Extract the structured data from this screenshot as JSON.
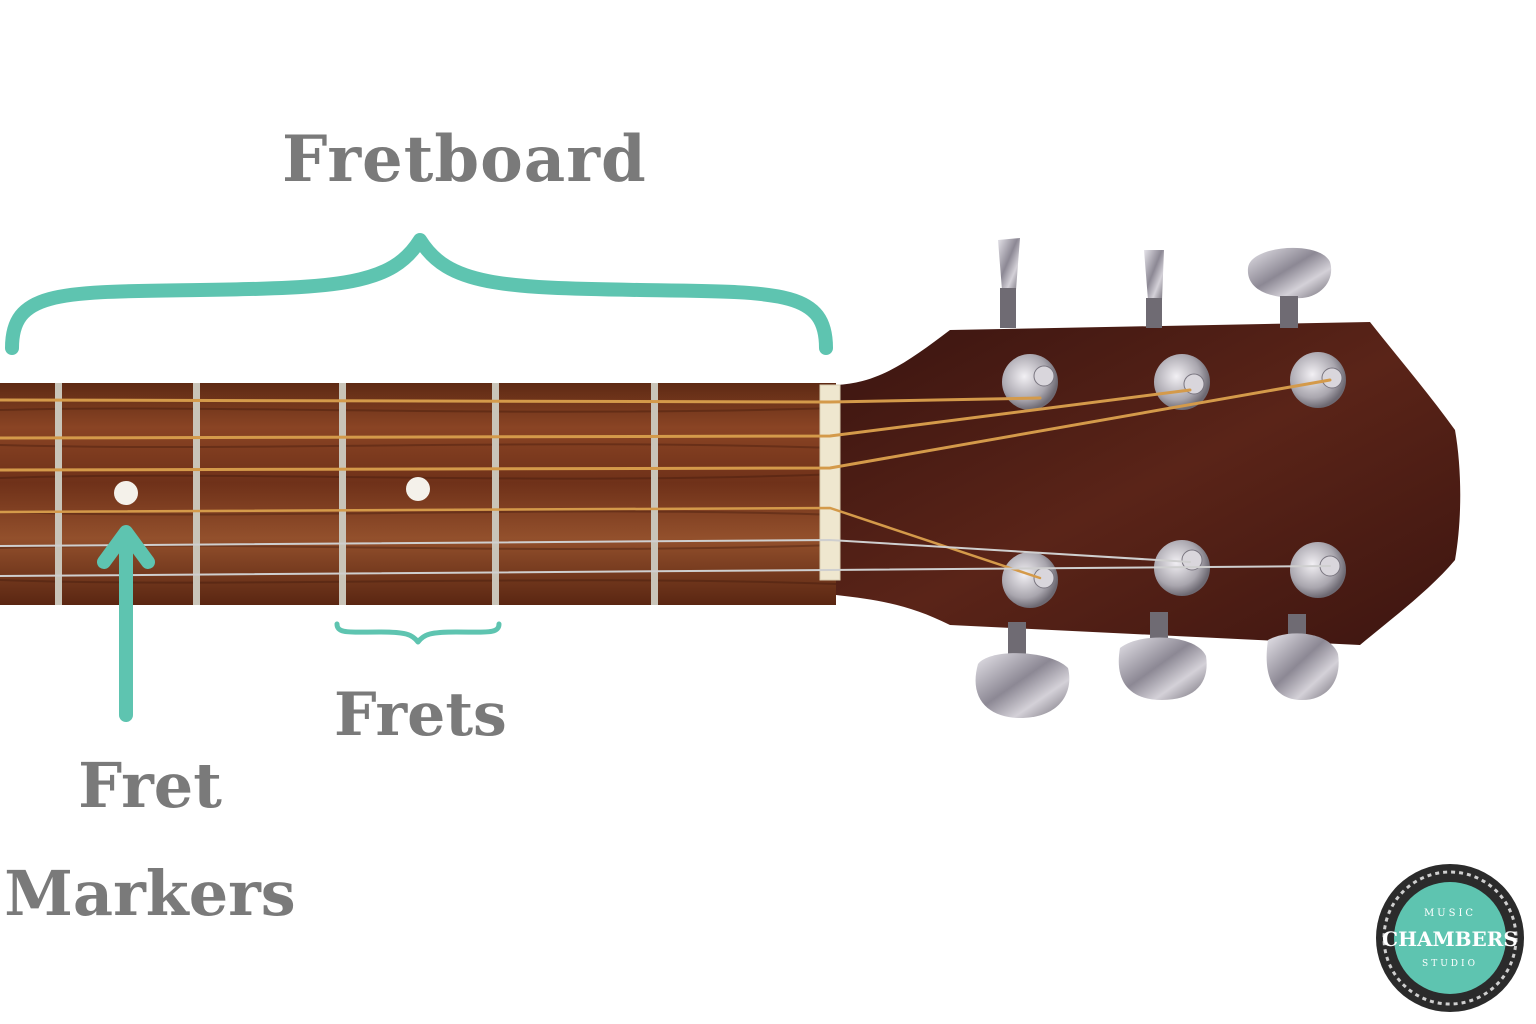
{
  "labels": {
    "fretboard": "Fretboard",
    "frets": "Frets",
    "fret_line1": "Fret",
    "fret_line2": "Markers"
  },
  "logo": {
    "top_text": "MUSIC",
    "main_text": "CHAMBERS",
    "bottom_text": "STUDIO"
  },
  "colors": {
    "accent": "#5ec4b0",
    "label_text": "#7a7a7a",
    "fretboard_wood": "#7a3a1e",
    "headstock": "#4a1c14",
    "string": "#d49a4a",
    "fret_wire": "#c9c4b8",
    "nut": "#efe7cf",
    "tuner_metal": "#b9b6bc"
  }
}
